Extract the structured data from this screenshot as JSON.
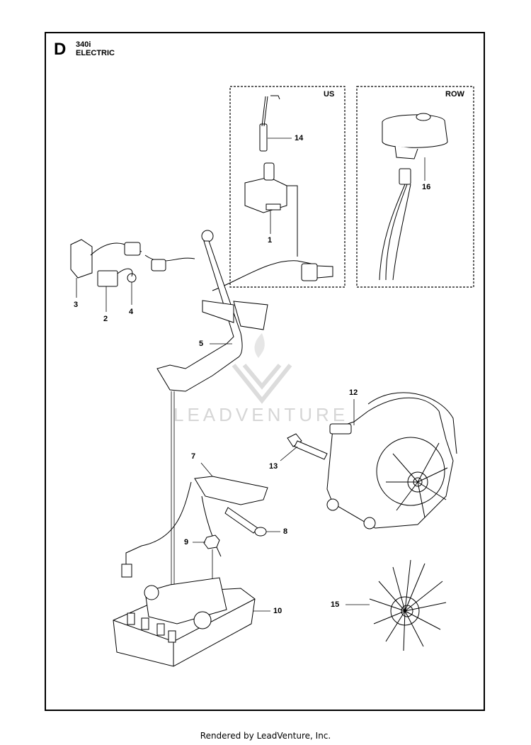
{
  "section": {
    "letter": "D",
    "model": "340i",
    "group": "ELECTRIC"
  },
  "regions": {
    "us": "US",
    "row": "ROW"
  },
  "callouts": {
    "p1": "1",
    "p2": "2",
    "p3": "3",
    "p4": "4",
    "p5": "5",
    "p7": "7",
    "p8": "8",
    "p9": "9",
    "p10": "10",
    "p12": "12",
    "p13": "13",
    "p14": "14",
    "p15": "15",
    "p16": "16"
  },
  "watermark": "LEADVENTURE",
  "footer": "Rendered by LeadVenture, Inc."
}
